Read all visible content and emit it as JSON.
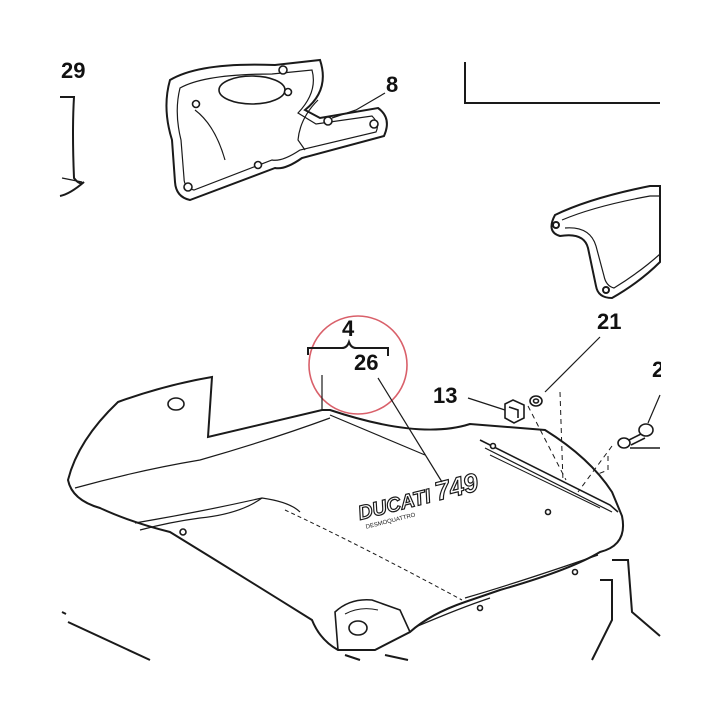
{
  "diagram": {
    "stroke_color": "#1a1a1a",
    "highlight_color": "#d9606a",
    "background": "#ffffff",
    "callouts": {
      "c29": "29",
      "c8": "8",
      "c4": "4",
      "c26": "26",
      "c21": "21",
      "c13": "13",
      "c2": "2"
    },
    "decal": {
      "brand": "DUCATI",
      "model": "749",
      "sub": "DESMOQUATTRO"
    }
  }
}
